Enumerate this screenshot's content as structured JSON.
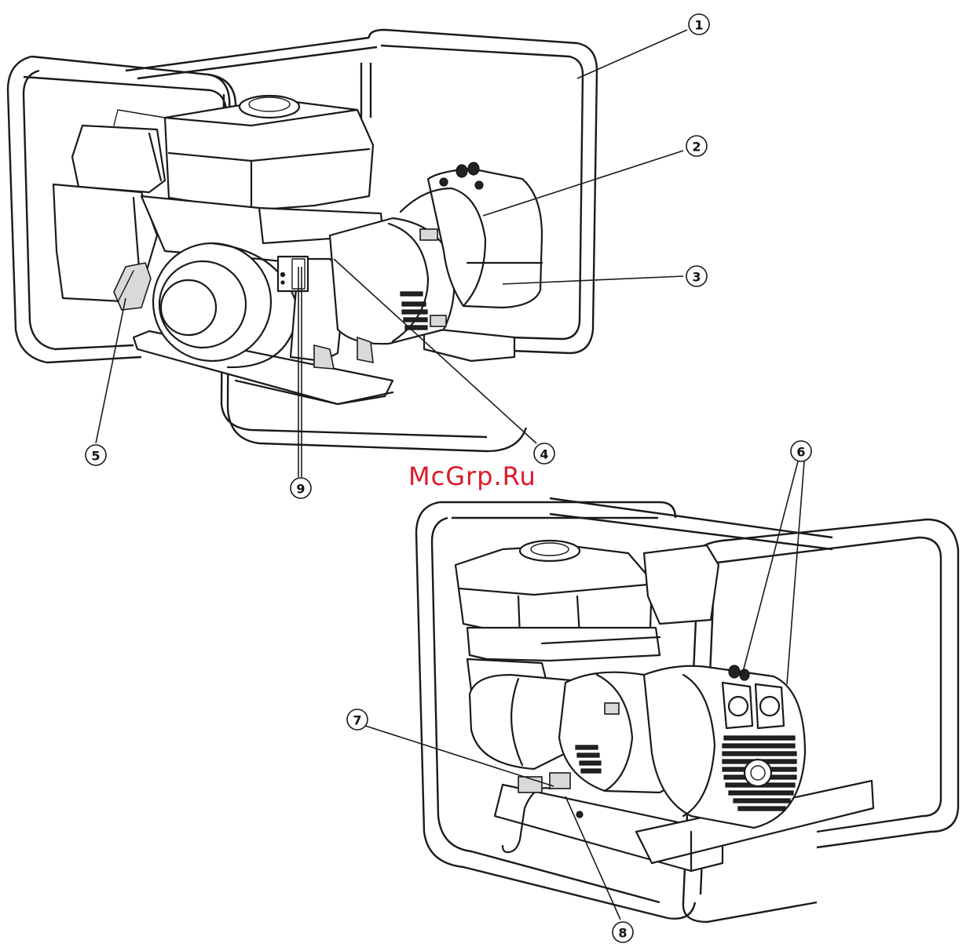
{
  "callouts": [
    {
      "id": "1",
      "label": "1"
    },
    {
      "id": "2",
      "label": "2"
    },
    {
      "id": "3",
      "label": "3"
    },
    {
      "id": "4",
      "label": "4"
    },
    {
      "id": "5",
      "label": "5"
    },
    {
      "id": "6",
      "label": "6"
    },
    {
      "id": "7",
      "label": "7"
    },
    {
      "id": "8",
      "label": "8"
    },
    {
      "id": "9",
      "label": "9"
    }
  ],
  "watermark": "McGrp.Ru",
  "colors": {
    "line": "#1a1a1a",
    "watermark": "#e0192a",
    "background": "#ffffff"
  }
}
